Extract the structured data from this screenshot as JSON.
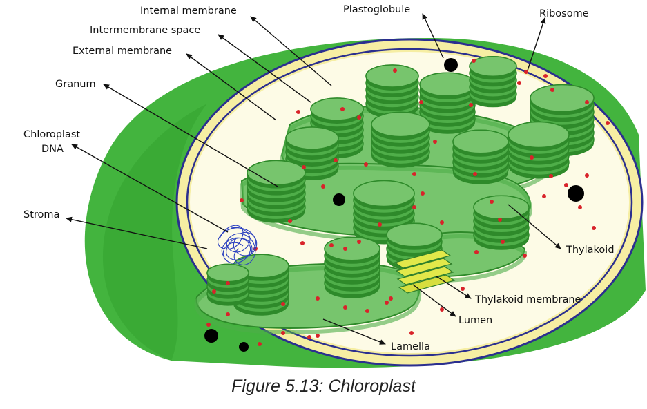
{
  "caption": "Figure 5.13: Chloroplast",
  "labels": {
    "internal_membrane": "Internal membrane",
    "intermembrane_space": "Intermembrane space",
    "external_membrane": "External membrane",
    "granum": "Granum",
    "chloroplast_dna_line1": "Chloroplast",
    "chloroplast_dna_line2": "DNA",
    "stroma": "Stroma",
    "plastoglobule": "Plastoglobule",
    "ribosome": "Ribosome",
    "thylakoid": "Thylakoid",
    "thylakoid_membrane": "Thylakoid membrane",
    "lumen": "Lumen",
    "lamella": "Lamella"
  },
  "colors": {
    "outer_green": "#43b43e",
    "membrane_yellow": "#f6eea3",
    "membrane_blue": "#2b2f8f",
    "stroma_cream": "#fdfbe6",
    "thylakoid_green": "#4fae49",
    "thylakoid_light": "#77c56d",
    "ribosome_red": "#d8232a",
    "plastoglobule_black": "#000000",
    "dna_blue": "#2a3fc0",
    "lumen_yellow": "#e2e84a"
  }
}
